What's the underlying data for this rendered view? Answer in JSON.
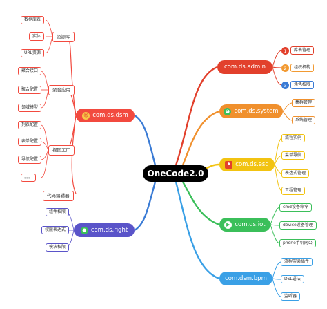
{
  "center": {
    "title": "OneCode2.0"
  },
  "right_branches": {
    "admin": {
      "label": "com.ds.admin",
      "color": "#e2402c",
      "items": [
        "库表管理",
        "组织机构",
        "角色权限"
      ],
      "item_numbers": [
        "1",
        "2",
        "3"
      ],
      "number_colors": [
        "#e2402c",
        "#f29a32",
        "#3a7bd5"
      ]
    },
    "system": {
      "label": "com.ds.system",
      "color": "#f0902d",
      "items": [
        "集群管理",
        "系统管理"
      ]
    },
    "esd": {
      "label": "com.ds.esd",
      "color": "#f2c311",
      "items": [
        "流程实例",
        "菜单导航",
        "表达式管理",
        "工程管理"
      ]
    },
    "iot": {
      "label": "com.ds.iot",
      "color": "#3bbf5a",
      "items": [
        "cmd设备命令",
        "device设备管理",
        "phone手机网公"
      ]
    },
    "bpm": {
      "label": "com.dsm.bpm",
      "color": "#3aa0e6",
      "items": [
        "流程渲染插件",
        "DSL语法",
        "监听器"
      ]
    }
  },
  "left_branches": {
    "dsm": {
      "label": "com.ds.dsm",
      "color": "#f24a3f",
      "groups": [
        {
          "label": "资源库",
          "items": [
            "数据库表",
            "实体",
            "URL资源"
          ]
        },
        {
          "label": "聚合应用",
          "items": [
            "聚合接口",
            "聚合配置",
            "领域模型"
          ]
        },
        {
          "label": "视图工厂",
          "items": [
            "列表配置",
            "表单配置",
            "导航配置",
            "。。。"
          ]
        },
        {
          "label": "代码编辑器",
          "items": []
        }
      ]
    },
    "right": {
      "label": "com.ds.right",
      "color": "#5a54c9",
      "items": [
        "组件权限",
        "权限表达式",
        "模块权限"
      ]
    }
  },
  "colors": {
    "center": "#000000",
    "dsm_leaf": "#f24a3f",
    "right_leaf": "#5a54c9"
  }
}
